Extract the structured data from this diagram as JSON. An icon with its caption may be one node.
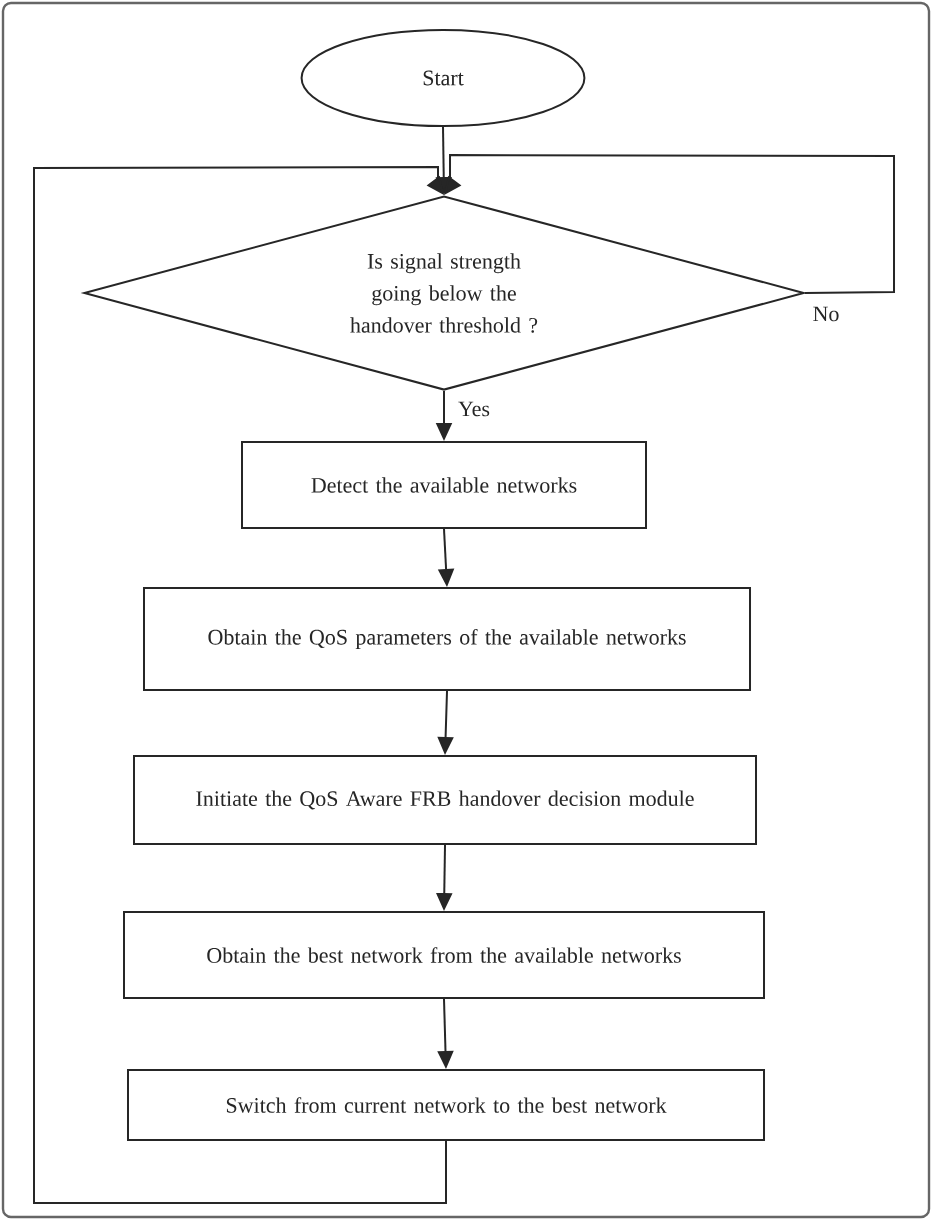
{
  "diagram": {
    "nodes": [
      {
        "text": [
          "Start"
        ]
      },
      {
        "text": [
          "Is signal strength going below the handover threshold ?"
        ]
      },
      {
        "text": [
          "Detect the available networks"
        ]
      },
      {
        "text": [
          "Obtain the QoS parameters of the available networks"
        ]
      },
      {
        "text": [
          "Initiate the QoS Aware FRB handover decision module"
        ]
      },
      {
        "text": [
          "Obtain the best network from the available networks"
        ]
      },
      {
        "text": [
          "Switch from current network to the best network"
        ]
      }
    ],
    "edges": [
      {
        "from": 0,
        "to": 1,
        "arrow": "to"
      },
      {
        "from": 1,
        "to": 1,
        "arrow": "to",
        "label": "No"
      },
      {
        "from": 1,
        "to": 2,
        "arrow": "to",
        "label": "Yes"
      },
      {
        "from": 2,
        "to": 3,
        "arrow": "to"
      },
      {
        "from": 3,
        "to": 4,
        "arrow": "to"
      },
      {
        "from": 4,
        "to": 5,
        "arrow": "to"
      },
      {
        "from": 5,
        "to": 6,
        "arrow": "to"
      },
      {
        "from": 6,
        "to": 1,
        "arrow": "to"
      }
    ]
  }
}
